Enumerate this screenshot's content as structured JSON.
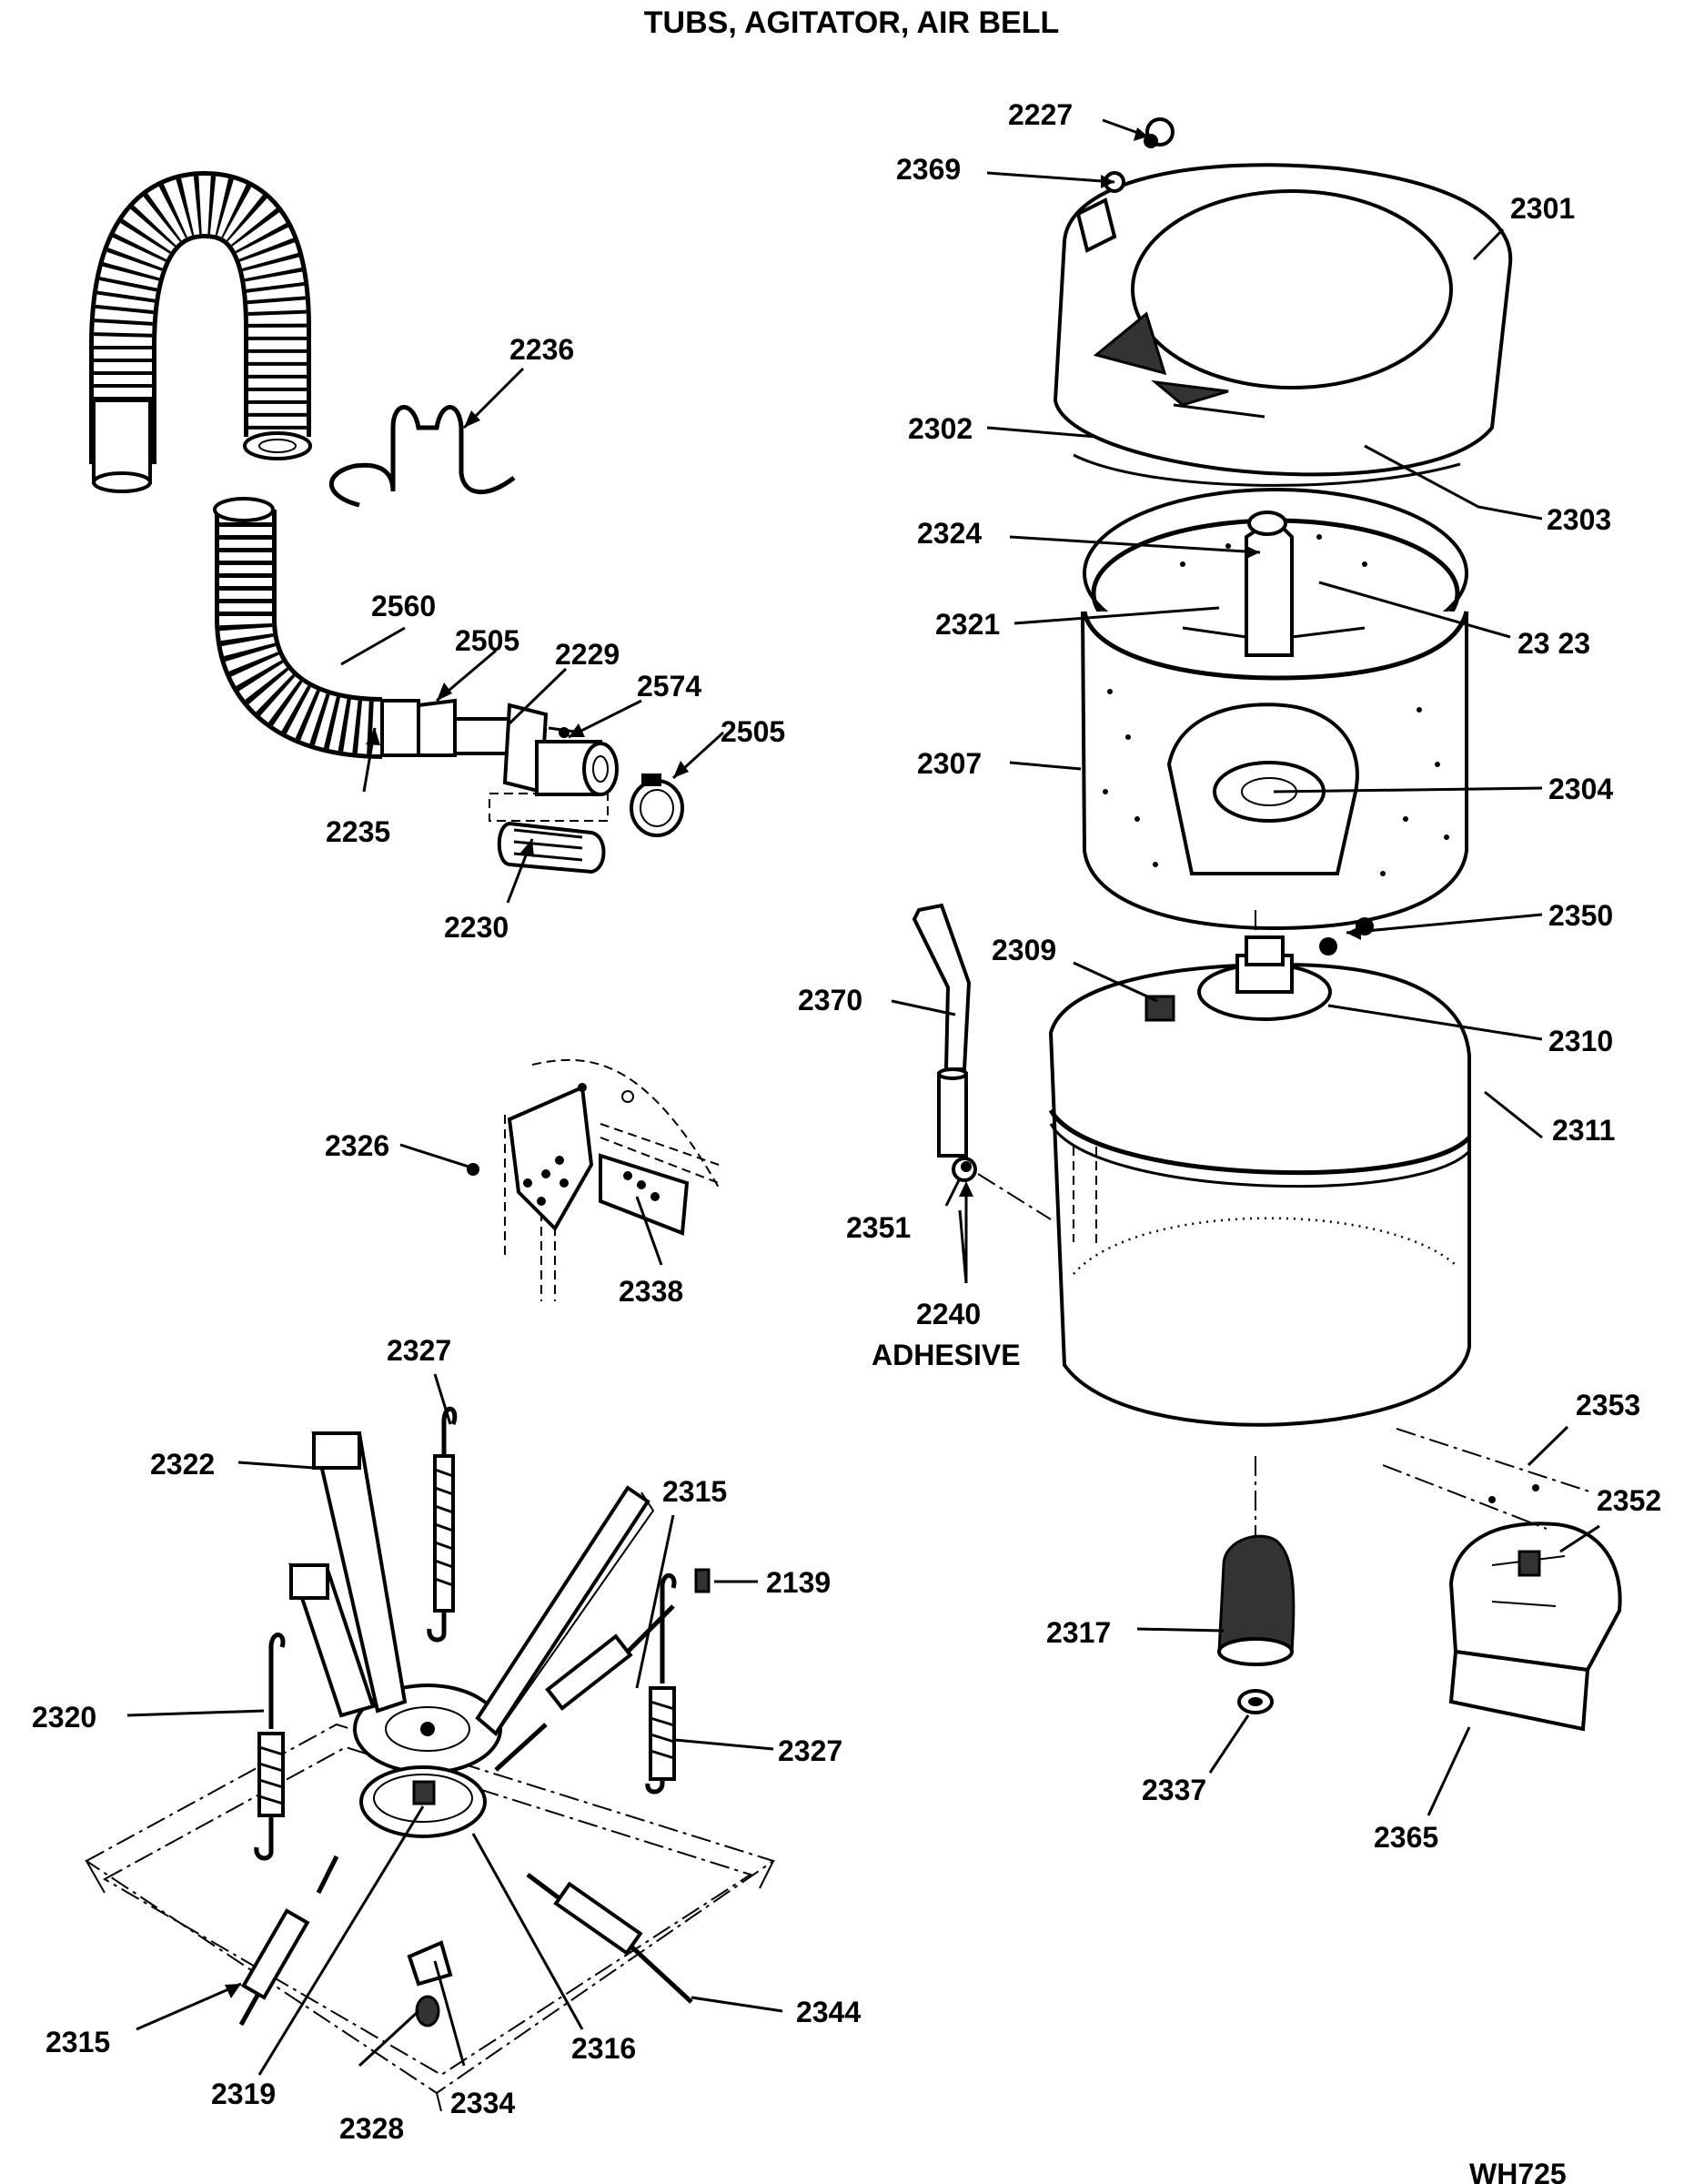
{
  "title": "TUBS, AGITATOR, AIR BELL",
  "watermark_partial": "WH725",
  "callouts": {
    "c2227": "2227",
    "c2369": "2369",
    "c2301": "2301",
    "c2302": "2302",
    "c2303": "2303",
    "c2324": "2324",
    "c2321": "2321",
    "c2323": "23 23",
    "c2307": "2307",
    "c2304": "2304",
    "c2350": "2350",
    "c2309": "2309",
    "c2310": "2310",
    "c2370": "2370",
    "c2311": "2311",
    "c2351": "2351",
    "c2240": "2240",
    "adhesive": "ADHESIVE",
    "c2353": "2353",
    "c2352": "2352",
    "c2317": "2317",
    "c2337": "2337",
    "c2365": "2365",
    "c2236": "2236",
    "c2560": "2560",
    "c2505a": "2505",
    "c2229": "2229",
    "c2574": "2574",
    "c2505b": "2505",
    "c2235": "2235",
    "c2230": "2230",
    "c2326": "2326",
    "c2338": "2338",
    "c2327a": "2327",
    "c2322": "2322",
    "c2315a": "2315",
    "c2139": "2139",
    "c2320": "2320",
    "c2327b": "2327",
    "c2315b": "2315",
    "c2319": "2319",
    "c2316": "2316",
    "c2344": "2344",
    "c2328": "2328",
    "c2334": "2334"
  }
}
